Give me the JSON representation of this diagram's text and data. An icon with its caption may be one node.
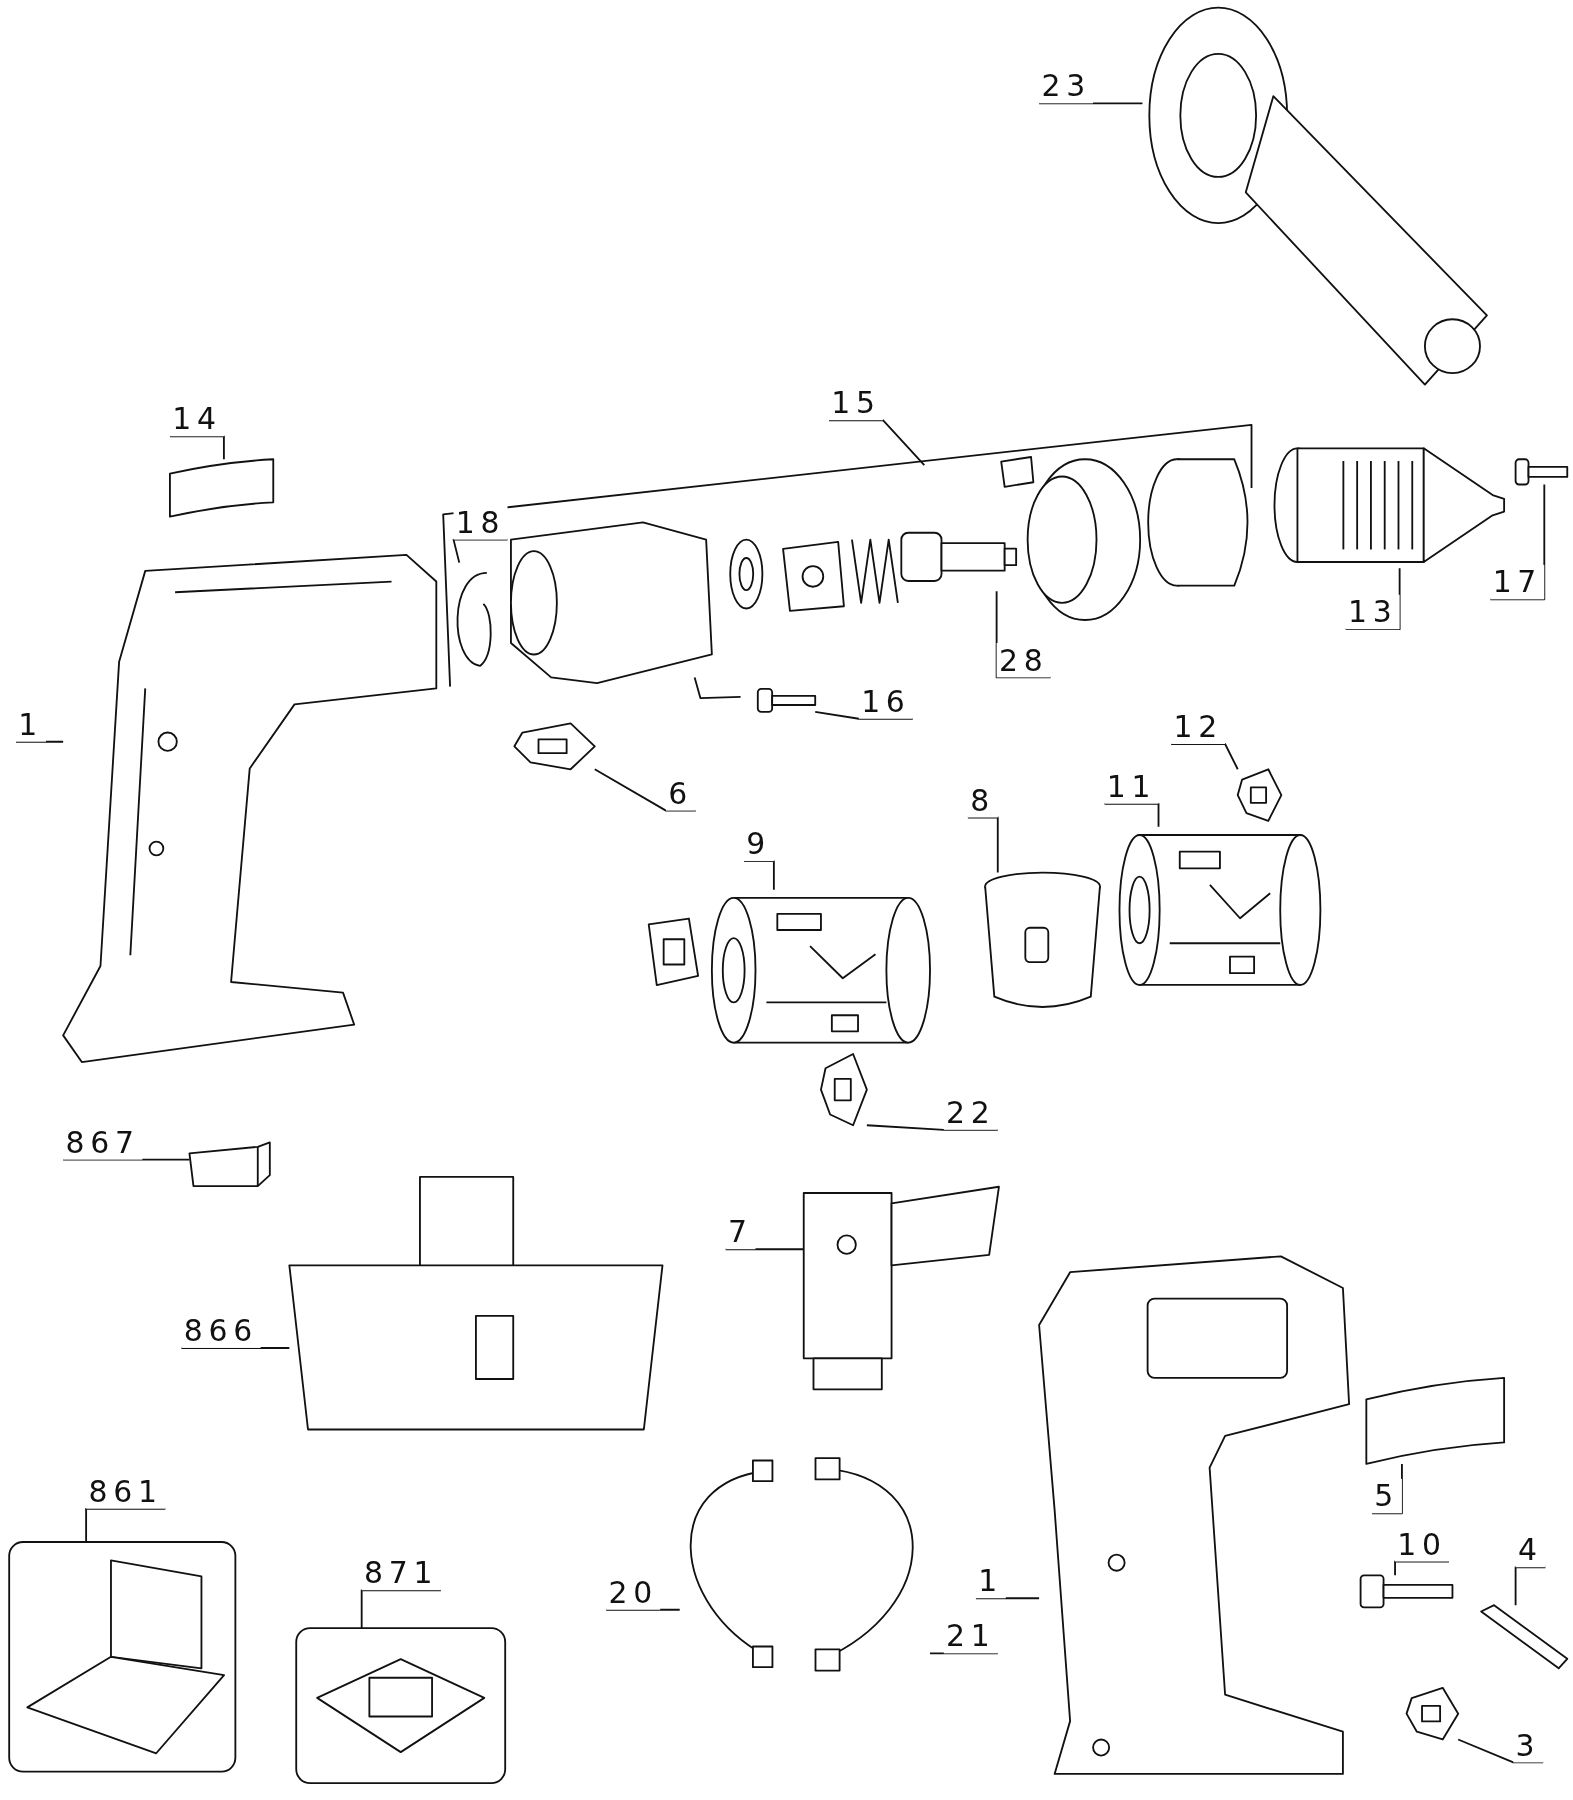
{
  "diagram": {
    "nodes": [
      {
        "text": [
          "23"
        ]
      },
      {
        "text": [],
        "shape": "picture"
      },
      {
        "text": [
          "15"
        ]
      },
      {
        "text": [
          "14"
        ]
      },
      {
        "text": [],
        "shape": "picture"
      },
      {
        "text": [
          "18"
        ]
      },
      {
        "text": [],
        "shape": "picture"
      },
      {
        "text": [
          "28"
        ]
      },
      {
        "text": [],
        "shape": "picture"
      },
      {
        "text": [
          "17"
        ]
      },
      {
        "text": [],
        "shape": "picture"
      },
      {
        "text": [
          "13"
        ]
      },
      {
        "text": [],
        "shape": "picture"
      },
      {
        "text": [
          "16"
        ]
      },
      {
        "text": [],
        "shape": "picture"
      },
      {
        "text": [
          "1"
        ]
      },
      {
        "text": [],
        "shape": "picture"
      },
      {
        "text": [
          "12"
        ]
      },
      {
        "text": [],
        "shape": "picture"
      },
      {
        "text": [
          "6"
        ]
      },
      {
        "text": [],
        "shape": "picture"
      },
      {
        "text": [
          "8"
        ]
      },
      {
        "text": [],
        "shape": "picture"
      },
      {
        "text": [
          "11"
        ]
      },
      {
        "text": [],
        "shape": "picture"
      },
      {
        "text": [
          "9"
        ]
      },
      {
        "text": [],
        "shape": "picture"
      },
      {
        "text": [
          "22"
        ]
      },
      {
        "text": [],
        "shape": "picture"
      },
      {
        "text": [
          "867"
        ]
      },
      {
        "text": [],
        "shape": "picture"
      },
      {
        "text": [
          "7"
        ]
      },
      {
        "text": [],
        "shape": "picture"
      },
      {
        "text": [
          "866"
        ]
      },
      {
        "text": [],
        "shape": "picture"
      },
      {
        "text": [
          "861"
        ]
      },
      {
        "text": [],
        "shape": "picture"
      },
      {
        "text": [
          "871"
        ]
      },
      {
        "text": [],
        "shape": "picture"
      },
      {
        "text": [
          "5"
        ]
      },
      {
        "text": [],
        "shape": "picture"
      },
      {
        "text": [
          "10"
        ]
      },
      {
        "text": [],
        "shape": "picture"
      },
      {
        "text": [
          "4"
        ]
      },
      {
        "text": [],
        "shape": "picture"
      },
      {
        "text": [
          "1"
        ]
      },
      {
        "text": [],
        "shape": "picture"
      },
      {
        "text": [
          "20"
        ]
      },
      {
        "text": [],
        "shape": "picture"
      },
      {
        "text": [
          "21"
        ]
      },
      {
        "text": [],
        "shape": "picture"
      },
      {
        "text": [
          "3"
        ]
      },
      {
        "text": [],
        "shape": "picture"
      }
    ],
    "edges": [
      {
        "from": 0,
        "to": 1,
        "arrow": "none"
      },
      {
        "from": 2,
        "to": null,
        "arrow": "none"
      },
      {
        "from": 3,
        "to": 4,
        "arrow": "none"
      },
      {
        "from": 5,
        "to": 6,
        "arrow": "none"
      },
      {
        "from": 7,
        "to": 8,
        "arrow": "none"
      },
      {
        "from": 9,
        "to": 10,
        "arrow": "none"
      },
      {
        "from": 11,
        "to": 12,
        "arrow": "none"
      },
      {
        "from": 13,
        "to": 14,
        "arrow": "none"
      },
      {
        "from": 15,
        "to": 16,
        "arrow": "none"
      },
      {
        "from": 17,
        "to": 18,
        "arrow": "none"
      },
      {
        "from": 19,
        "to": 20,
        "arrow": "none"
      },
      {
        "from": 21,
        "to": 22,
        "arrow": "none"
      },
      {
        "from": 23,
        "to": 24,
        "arrow": "none"
      },
      {
        "from": 25,
        "to": 26,
        "arrow": "none"
      },
      {
        "from": 27,
        "to": 28,
        "arrow": "none"
      },
      {
        "from": 29,
        "to": 30,
        "arrow": "none"
      },
      {
        "from": 31,
        "to": 32,
        "arrow": "none"
      },
      {
        "from": 33,
        "to": 34,
        "arrow": "none"
      },
      {
        "from": 35,
        "to": 36,
        "arrow": "none"
      },
      {
        "from": 37,
        "to": 38,
        "arrow": "none"
      },
      {
        "from": 39,
        "to": 40,
        "arrow": "none"
      },
      {
        "from": 41,
        "to": 42,
        "arrow": "none"
      },
      {
        "from": 43,
        "to": 44,
        "arrow": "none"
      },
      {
        "from": 45,
        "to": 46,
        "arrow": "none"
      },
      {
        "from": 47,
        "to": 48,
        "arrow": "none"
      },
      {
        "from": 49,
        "to": 50,
        "arrow": "none"
      },
      {
        "from": 51,
        "to": 52,
        "arrow": "none"
      }
    ]
  }
}
